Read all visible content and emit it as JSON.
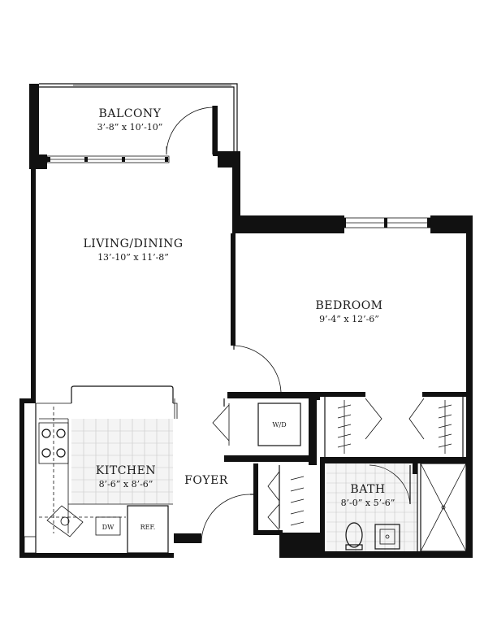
{
  "rooms": {
    "balcony": {
      "name": "BALCONY",
      "dims": "3’-8” x 10’-10”"
    },
    "living": {
      "name": "LIVING/DINING",
      "dims": "13’-10” x 11’-8”"
    },
    "bedroom": {
      "name": "BEDROOM",
      "dims": "9’-4” x 12’-6”"
    },
    "kitchen": {
      "name": "KITCHEN",
      "dims": "8’-6” x 8’-6”"
    },
    "foyer": {
      "name": "FOYER"
    },
    "bath": {
      "name": "BATH",
      "dims": "8’-0” x 5’-6”"
    }
  },
  "fixtures": {
    "washer_dryer": "W/D",
    "dishwasher": "DW",
    "refrigerator": "REF."
  }
}
